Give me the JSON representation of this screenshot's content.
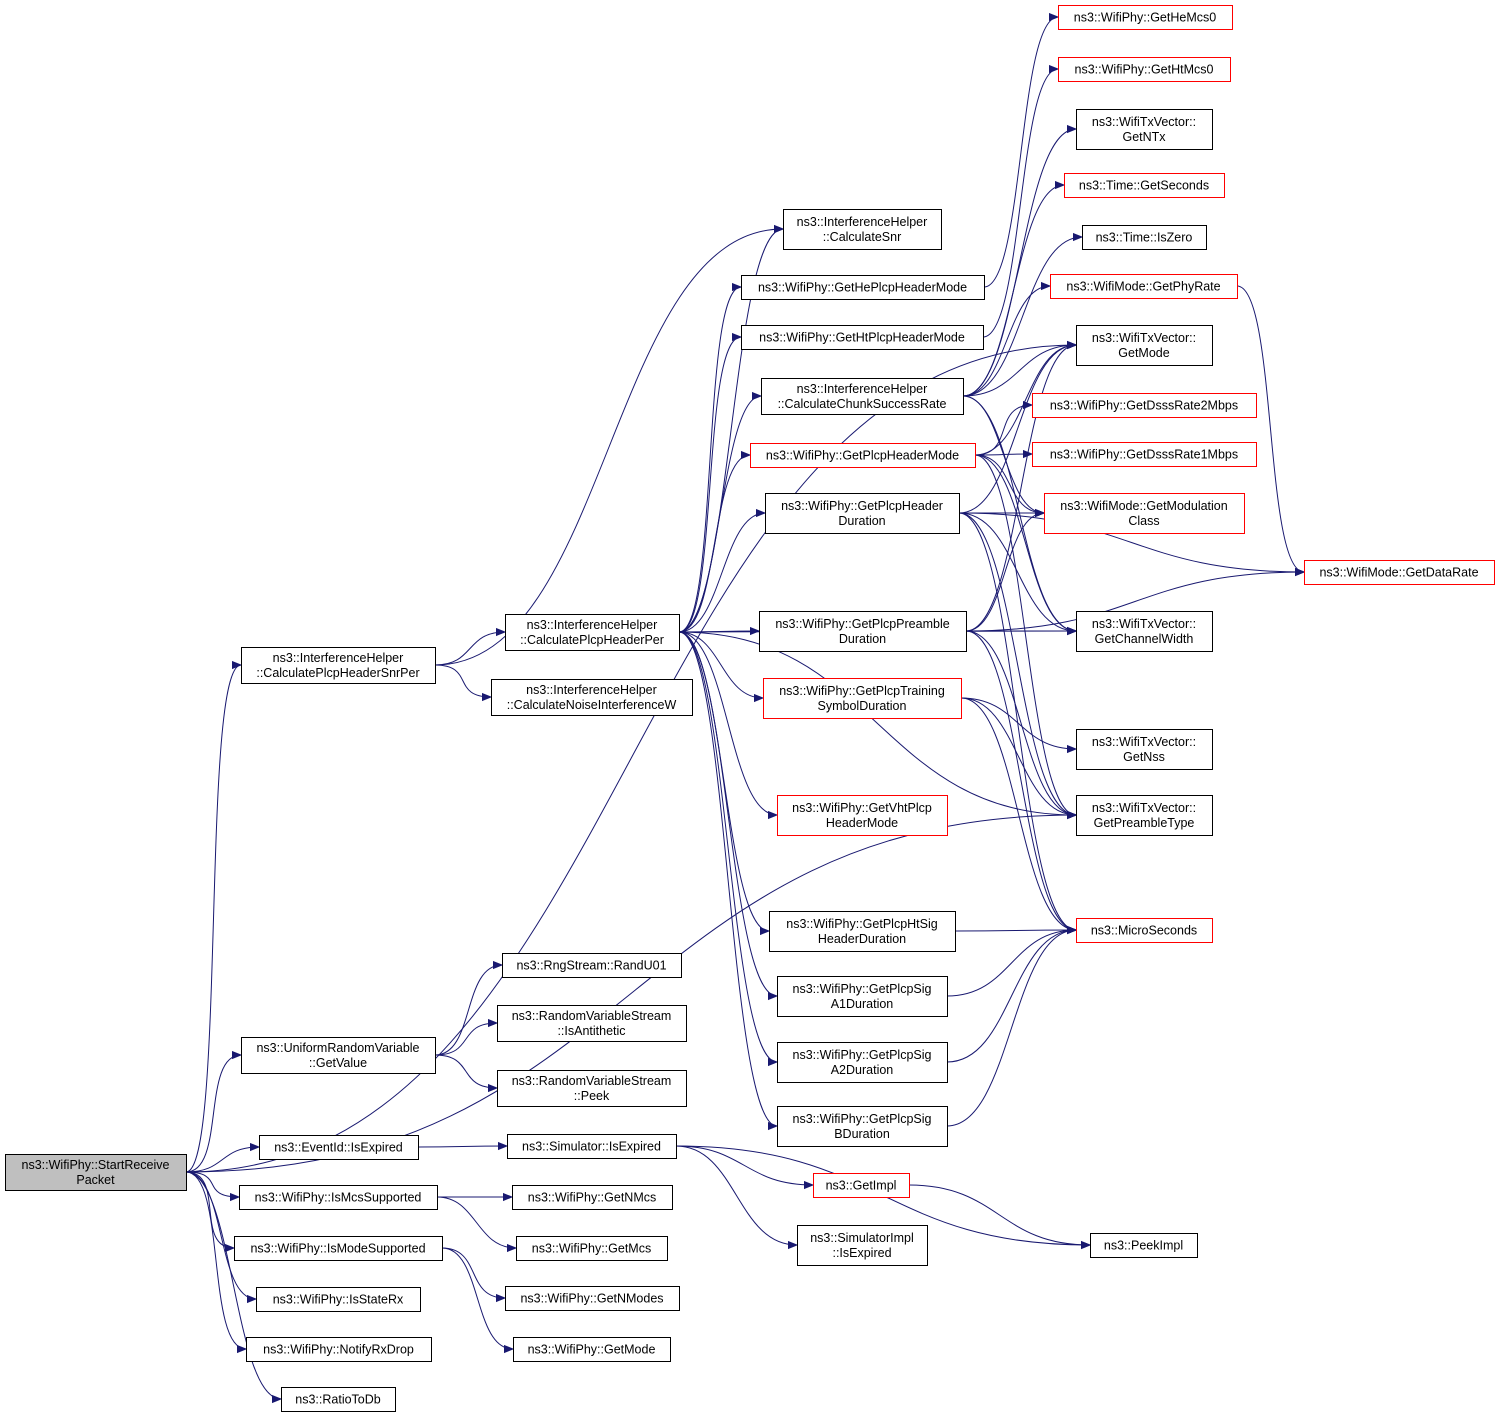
{
  "graph": {
    "root": "n_start",
    "colors": {
      "edge": "#191970",
      "default_border": "#000000",
      "highlight_border": "#ff0000",
      "root_fill": "#bfbfbf"
    },
    "nodes": [
      {
        "id": "n_start",
        "lines": [
          "ns3::WifiPhy::StartReceive",
          "Packet"
        ],
        "style": "root"
      },
      {
        "id": "n_cphsp",
        "lines": [
          "ns3::InterferenceHelper",
          "::CalculatePlcpHeaderSnrPer"
        ]
      },
      {
        "id": "n_urv",
        "lines": [
          "ns3::UniformRandomVariable",
          "::GetValue"
        ]
      },
      {
        "id": "n_eidexp",
        "lines": [
          "ns3::EventId::IsExpired"
        ]
      },
      {
        "id": "n_ismcs",
        "lines": [
          "ns3::WifiPhy::IsMcsSupported"
        ]
      },
      {
        "id": "n_ismode",
        "lines": [
          "ns3::WifiPhy::IsModeSupported"
        ]
      },
      {
        "id": "n_isstaterx",
        "lines": [
          "ns3::WifiPhy::IsStateRx"
        ]
      },
      {
        "id": "n_notifyrxdrop",
        "lines": [
          "ns3::WifiPhy::NotifyRxDrop"
        ]
      },
      {
        "id": "n_ratiotodb",
        "lines": [
          "ns3::RatioToDb"
        ]
      },
      {
        "id": "n_cphp",
        "lines": [
          "ns3::InterferenceHelper",
          "::CalculatePlcpHeaderPer"
        ]
      },
      {
        "id": "n_cniw",
        "lines": [
          "ns3::InterferenceHelper",
          "::CalculateNoiseInterferenceW"
        ]
      },
      {
        "id": "n_randu01",
        "lines": [
          "ns3::RngStream::RandU01"
        ]
      },
      {
        "id": "n_isanti",
        "lines": [
          "ns3::RandomVariableStream",
          "::IsAntithetic"
        ]
      },
      {
        "id": "n_peek",
        "lines": [
          "ns3::RandomVariableStream",
          "::Peek"
        ]
      },
      {
        "id": "n_simexp",
        "lines": [
          "ns3::Simulator::IsExpired"
        ]
      },
      {
        "id": "n_getnmcs",
        "lines": [
          "ns3::WifiPhy::GetNMcs"
        ]
      },
      {
        "id": "n_getmcs",
        "lines": [
          "ns3::WifiPhy::GetMcs"
        ]
      },
      {
        "id": "n_getnmodes",
        "lines": [
          "ns3::WifiPhy::GetNModes"
        ]
      },
      {
        "id": "n_getmodephy",
        "lines": [
          "ns3::WifiPhy::GetMode"
        ]
      },
      {
        "id": "n_csnr",
        "lines": [
          "ns3::InterferenceHelper",
          "::CalculateSnr"
        ]
      },
      {
        "id": "n_gheplcp",
        "lines": [
          "ns3::WifiPhy::GetHePlcpHeaderMode"
        ]
      },
      {
        "id": "n_ghtplcp",
        "lines": [
          "ns3::WifiPhy::GetHtPlcpHeaderMode"
        ]
      },
      {
        "id": "n_ccsr",
        "lines": [
          "ns3::InterferenceHelper",
          "::CalculateChunkSuccessRate"
        ]
      },
      {
        "id": "n_gplcpmode",
        "lines": [
          "ns3::WifiPhy::GetPlcpHeaderMode"
        ],
        "style": "red"
      },
      {
        "id": "n_gplcpdur",
        "lines": [
          "ns3::WifiPhy::GetPlcpHeader",
          "Duration"
        ]
      },
      {
        "id": "n_gpreamdur",
        "lines": [
          "ns3::WifiPhy::GetPlcpPreamble",
          "Duration"
        ]
      },
      {
        "id": "n_gtrain",
        "lines": [
          "ns3::WifiPhy::GetPlcpTraining",
          "SymbolDuration"
        ],
        "style": "red"
      },
      {
        "id": "n_gvht",
        "lines": [
          "ns3::WifiPhy::GetVhtPlcp",
          "HeaderMode"
        ],
        "style": "red"
      },
      {
        "id": "n_ghtsig",
        "lines": [
          "ns3::WifiPhy::GetPlcpHtSig",
          "HeaderDuration"
        ]
      },
      {
        "id": "n_gsiga1",
        "lines": [
          "ns3::WifiPhy::GetPlcpSig",
          "A1Duration"
        ]
      },
      {
        "id": "n_gsiga2",
        "lines": [
          "ns3::WifiPhy::GetPlcpSig",
          "A2Duration"
        ]
      },
      {
        "id": "n_gsigb",
        "lines": [
          "ns3::WifiPhy::GetPlcpSig",
          "BDuration"
        ]
      },
      {
        "id": "n_getimpl",
        "lines": [
          "ns3::GetImpl"
        ],
        "style": "red"
      },
      {
        "id": "n_simimplexp",
        "lines": [
          "ns3::SimulatorImpl",
          "::IsExpired"
        ]
      },
      {
        "id": "n_gethemcs0",
        "lines": [
          "ns3::WifiPhy::GetHeMcs0"
        ],
        "style": "red"
      },
      {
        "id": "n_gethtmcs0",
        "lines": [
          "ns3::WifiPhy::GetHtMcs0"
        ],
        "style": "red"
      },
      {
        "id": "n_getntx",
        "lines": [
          "ns3::WifiTxVector::",
          "GetNTx"
        ]
      },
      {
        "id": "n_getseconds",
        "lines": [
          "ns3::Time::GetSeconds"
        ],
        "style": "red"
      },
      {
        "id": "n_iszero",
        "lines": [
          "ns3::Time::IsZero"
        ]
      },
      {
        "id": "n_getphyrate",
        "lines": [
          "ns3::WifiMode::GetPhyRate"
        ],
        "style": "red"
      },
      {
        "id": "n_txgetmode",
        "lines": [
          "ns3::WifiTxVector::",
          "GetMode"
        ]
      },
      {
        "id": "n_dsss2",
        "lines": [
          "ns3::WifiPhy::GetDsssRate2Mbps"
        ],
        "style": "red"
      },
      {
        "id": "n_dsss1",
        "lines": [
          "ns3::WifiPhy::GetDsssRate1Mbps"
        ],
        "style": "red"
      },
      {
        "id": "n_modclass",
        "lines": [
          "ns3::WifiMode::GetModulation",
          "Class"
        ],
        "style": "red"
      },
      {
        "id": "n_chwidth",
        "lines": [
          "ns3::WifiTxVector::",
          "GetChannelWidth"
        ]
      },
      {
        "id": "n_getnss",
        "lines": [
          "ns3::WifiTxVector::",
          "GetNss"
        ]
      },
      {
        "id": "n_preamtype",
        "lines": [
          "ns3::WifiTxVector::",
          "GetPreambleType"
        ]
      },
      {
        "id": "n_microsec",
        "lines": [
          "ns3::MicroSeconds"
        ],
        "style": "red"
      },
      {
        "id": "n_peekimpl",
        "lines": [
          "ns3::PeekImpl"
        ]
      },
      {
        "id": "n_datarate",
        "lines": [
          "ns3::WifiMode::GetDataRate"
        ],
        "style": "red"
      }
    ],
    "edges": [
      [
        "n_start",
        "n_cphsp"
      ],
      [
        "n_start",
        "n_urv"
      ],
      [
        "n_start",
        "n_eidexp"
      ],
      [
        "n_start",
        "n_ismcs"
      ],
      [
        "n_start",
        "n_ismode"
      ],
      [
        "n_start",
        "n_isstaterx"
      ],
      [
        "n_start",
        "n_notifyrxdrop"
      ],
      [
        "n_start",
        "n_ratiotodb"
      ],
      [
        "n_start",
        "n_txgetmode"
      ],
      [
        "n_start",
        "n_preamtype"
      ],
      [
        "n_cphsp",
        "n_cphp"
      ],
      [
        "n_cphsp",
        "n_cniw"
      ],
      [
        "n_cphsp",
        "n_csnr"
      ],
      [
        "n_urv",
        "n_randu01"
      ],
      [
        "n_urv",
        "n_isanti"
      ],
      [
        "n_urv",
        "n_peek"
      ],
      [
        "n_eidexp",
        "n_simexp"
      ],
      [
        "n_ismcs",
        "n_getnmcs"
      ],
      [
        "n_ismcs",
        "n_getmcs"
      ],
      [
        "n_ismode",
        "n_getnmodes"
      ],
      [
        "n_ismode",
        "n_getmodephy"
      ],
      [
        "n_simexp",
        "n_getimpl"
      ],
      [
        "n_simexp",
        "n_simimplexp"
      ],
      [
        "n_simexp",
        "n_peekimpl"
      ],
      [
        "n_getimpl",
        "n_peekimpl"
      ],
      [
        "n_cphp",
        "n_csnr"
      ],
      [
        "n_cphp",
        "n_gheplcp"
      ],
      [
        "n_cphp",
        "n_ghtplcp"
      ],
      [
        "n_cphp",
        "n_ccsr"
      ],
      [
        "n_cphp",
        "n_gplcpmode"
      ],
      [
        "n_cphp",
        "n_gplcpdur"
      ],
      [
        "n_cphp",
        "n_gpreamdur"
      ],
      [
        "n_cphp",
        "n_gtrain"
      ],
      [
        "n_cphp",
        "n_gvht"
      ],
      [
        "n_cphp",
        "n_ghtsig"
      ],
      [
        "n_cphp",
        "n_gsiga1"
      ],
      [
        "n_cphp",
        "n_gsiga2"
      ],
      [
        "n_cphp",
        "n_gsigb"
      ],
      [
        "n_cphp",
        "n_chwidth"
      ],
      [
        "n_cphp",
        "n_preamtype"
      ],
      [
        "n_gheplcp",
        "n_gethemcs0"
      ],
      [
        "n_ghtplcp",
        "n_gethtmcs0"
      ],
      [
        "n_ccsr",
        "n_getntx"
      ],
      [
        "n_ccsr",
        "n_getseconds"
      ],
      [
        "n_ccsr",
        "n_iszero"
      ],
      [
        "n_ccsr",
        "n_getphyrate"
      ],
      [
        "n_ccsr",
        "n_txgetmode"
      ],
      [
        "n_ccsr",
        "n_modclass"
      ],
      [
        "n_ccsr",
        "n_chwidth"
      ],
      [
        "n_gplcpmode",
        "n_txgetmode"
      ],
      [
        "n_gplcpmode",
        "n_dsss2"
      ],
      [
        "n_gplcpmode",
        "n_dsss1"
      ],
      [
        "n_gplcpmode",
        "n_modclass"
      ],
      [
        "n_gplcpmode",
        "n_chwidth"
      ],
      [
        "n_gplcpmode",
        "n_preamtype"
      ],
      [
        "n_gplcpdur",
        "n_txgetmode"
      ],
      [
        "n_gplcpdur",
        "n_modclass"
      ],
      [
        "n_gplcpdur",
        "n_datarate"
      ],
      [
        "n_gplcpdur",
        "n_chwidth"
      ],
      [
        "n_gplcpdur",
        "n_preamtype"
      ],
      [
        "n_gplcpdur",
        "n_microsec"
      ],
      [
        "n_gpreamdur",
        "n_txgetmode"
      ],
      [
        "n_gpreamdur",
        "n_modclass"
      ],
      [
        "n_gpreamdur",
        "n_chwidth"
      ],
      [
        "n_gpreamdur",
        "n_datarate"
      ],
      [
        "n_gpreamdur",
        "n_preamtype"
      ],
      [
        "n_gpreamdur",
        "n_microsec"
      ],
      [
        "n_gtrain",
        "n_getnss"
      ],
      [
        "n_gtrain",
        "n_preamtype"
      ],
      [
        "n_gtrain",
        "n_microsec"
      ],
      [
        "n_ghtsig",
        "n_microsec"
      ],
      [
        "n_gsiga1",
        "n_microsec"
      ],
      [
        "n_gsiga2",
        "n_microsec"
      ],
      [
        "n_gsigb",
        "n_microsec"
      ],
      [
        "n_getphyrate",
        "n_datarate"
      ]
    ]
  }
}
